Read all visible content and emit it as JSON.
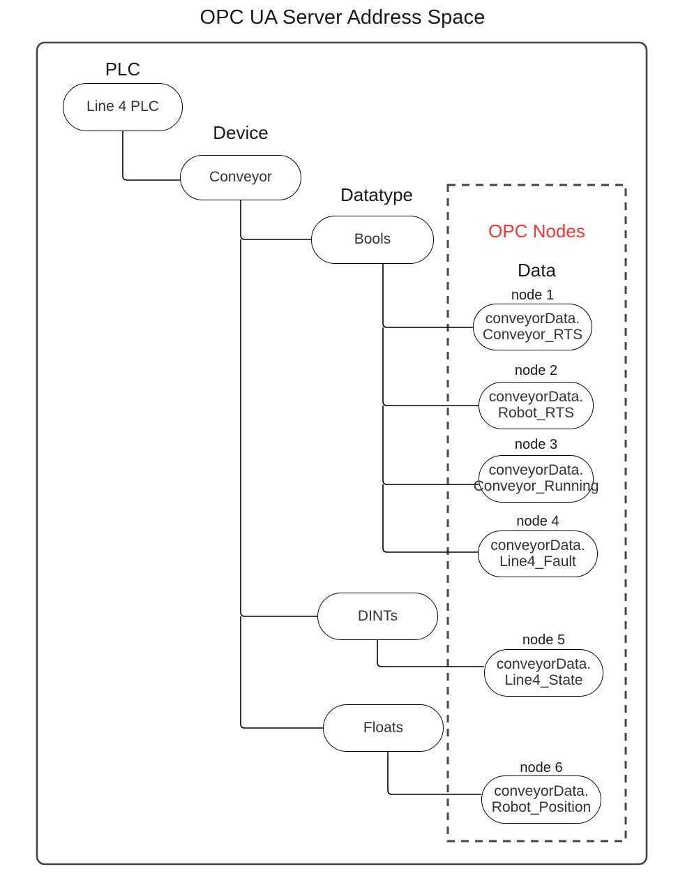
{
  "title": "OPC UA Server Address Space",
  "outer_container": {
    "name": "address-space-container"
  },
  "dashed_region": {
    "heading": "OPC Nodes",
    "subheading": "Data",
    "heading_color": "#ff3333"
  },
  "tree": {
    "plc": {
      "group_label": "PLC",
      "node_label": "Line 4 PLC"
    },
    "device": {
      "group_label": "Device",
      "node_label": "Conveyor"
    },
    "datatype": {
      "group_label": "Datatype",
      "items": [
        {
          "label": "Bools"
        },
        {
          "label": "DINTs"
        },
        {
          "label": "Floats"
        }
      ]
    }
  },
  "opc_nodes": [
    {
      "caption": "node 1",
      "line1": "conveyorData.",
      "line2": "Conveyor_RTS",
      "parent": "Bools"
    },
    {
      "caption": "node 2",
      "line1": "conveyorData.",
      "line2": "Robot_RTS",
      "parent": "Bools"
    },
    {
      "caption": "node 3",
      "line1": "conveyorData.",
      "line2": "Conveyor_Running",
      "parent": "Bools"
    },
    {
      "caption": "node 4",
      "line1": "conveyorData.",
      "line2": "Line4_Fault",
      "parent": "Bools"
    },
    {
      "caption": "node 5",
      "line1": "conveyorData.",
      "line2": "Line4_State",
      "parent": "DINTs"
    },
    {
      "caption": "node 6",
      "line1": "conveyorData.",
      "line2": "Robot_Position",
      "parent": "Floats"
    }
  ],
  "colors": {
    "outer_border": "#3f444d",
    "dashed_border": "#3f444d",
    "connector": "#000000",
    "node_text": "#333333",
    "accent_red": "#ff3333"
  }
}
